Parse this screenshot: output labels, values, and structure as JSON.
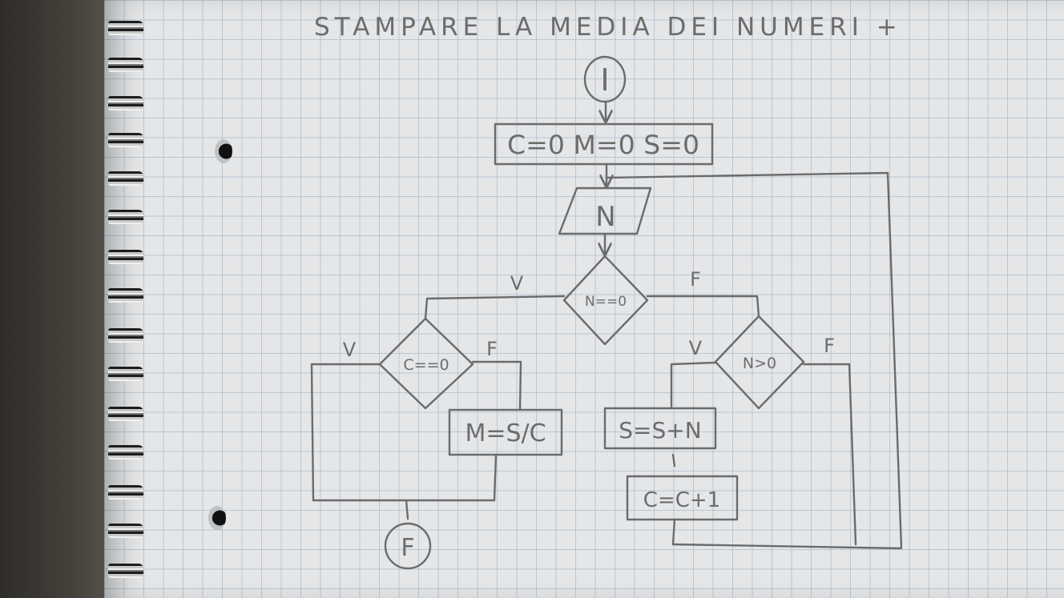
{
  "title": "STAMPARE LA MEDIA DEI NUMERI +",
  "nodes": {
    "start": "I",
    "init": "C=0 M=0 S=0",
    "input": "N",
    "cond_zero": "N==0",
    "cond_count": "C==0",
    "cond_positive": "N>0",
    "assign_mean": "M=S/C",
    "assign_sum": "S=S+N",
    "assign_count": "C=C+1",
    "end": "F"
  },
  "branch_labels": {
    "zero_true": "V",
    "zero_false": "F",
    "count_true": "V",
    "count_false": "F",
    "positive_true": "V",
    "positive_false": "F"
  },
  "colors": {
    "pencil": "#6b6b6b",
    "paper": "#e4e6e8",
    "grid": "#8ca0b9"
  }
}
